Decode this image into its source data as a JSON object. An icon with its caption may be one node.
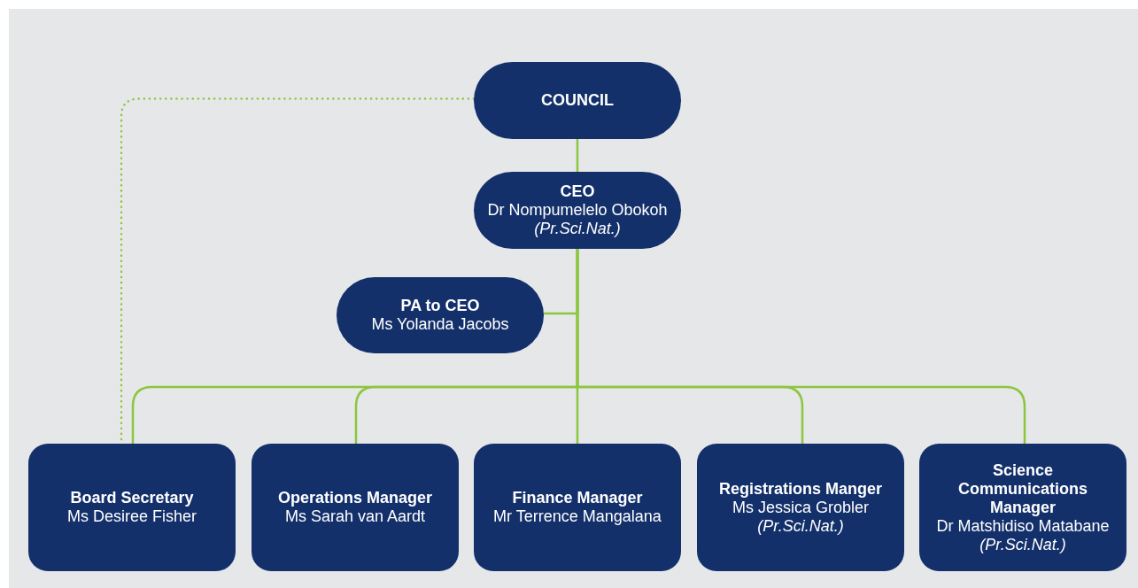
{
  "diagram": {
    "nodes": [
      {
        "text": [
          "COUNCIL"
        ]
      },
      {
        "text": [
          "CEO",
          "Dr Nompumelelo Obokoh *(Pr.Sci.Nat.)*"
        ]
      },
      {
        "text": [
          "PA to CEO",
          "Ms Yolanda Jacobs"
        ]
      },
      {
        "text": [
          "Board Secretary",
          "Ms Desiree Fisher"
        ]
      },
      {
        "text": [
          "Operations Manager",
          "Ms Sarah van Aardt"
        ]
      },
      {
        "text": [
          "Finance Manager",
          "Mr Terrence Mangalana"
        ]
      },
      {
        "text": [
          "Registrations Manger",
          "Ms Jessica Grobler *(Pr.Sci.Nat.)*"
        ]
      },
      {
        "text": [
          "Science Communications Manager",
          "Dr Matshidiso Matabane *(Pr.Sci.Nat.)*"
        ]
      }
    ],
    "edges": [
      {
        "from": 0,
        "to": 1,
        "arrow": "none"
      },
      {
        "from": 1,
        "to": 2,
        "arrow": "none"
      },
      {
        "from": 1,
        "to": 3,
        "arrow": "none"
      },
      {
        "from": 1,
        "to": 4,
        "arrow": "none"
      },
      {
        "from": 1,
        "to": 5,
        "arrow": "none"
      },
      {
        "from": 1,
        "to": 6,
        "arrow": "none"
      },
      {
        "from": 1,
        "to": 7,
        "arrow": "none"
      },
      {
        "from": 0,
        "to": 3,
        "arrow": "none",
        "style": "dashed"
      }
    ]
  }
}
